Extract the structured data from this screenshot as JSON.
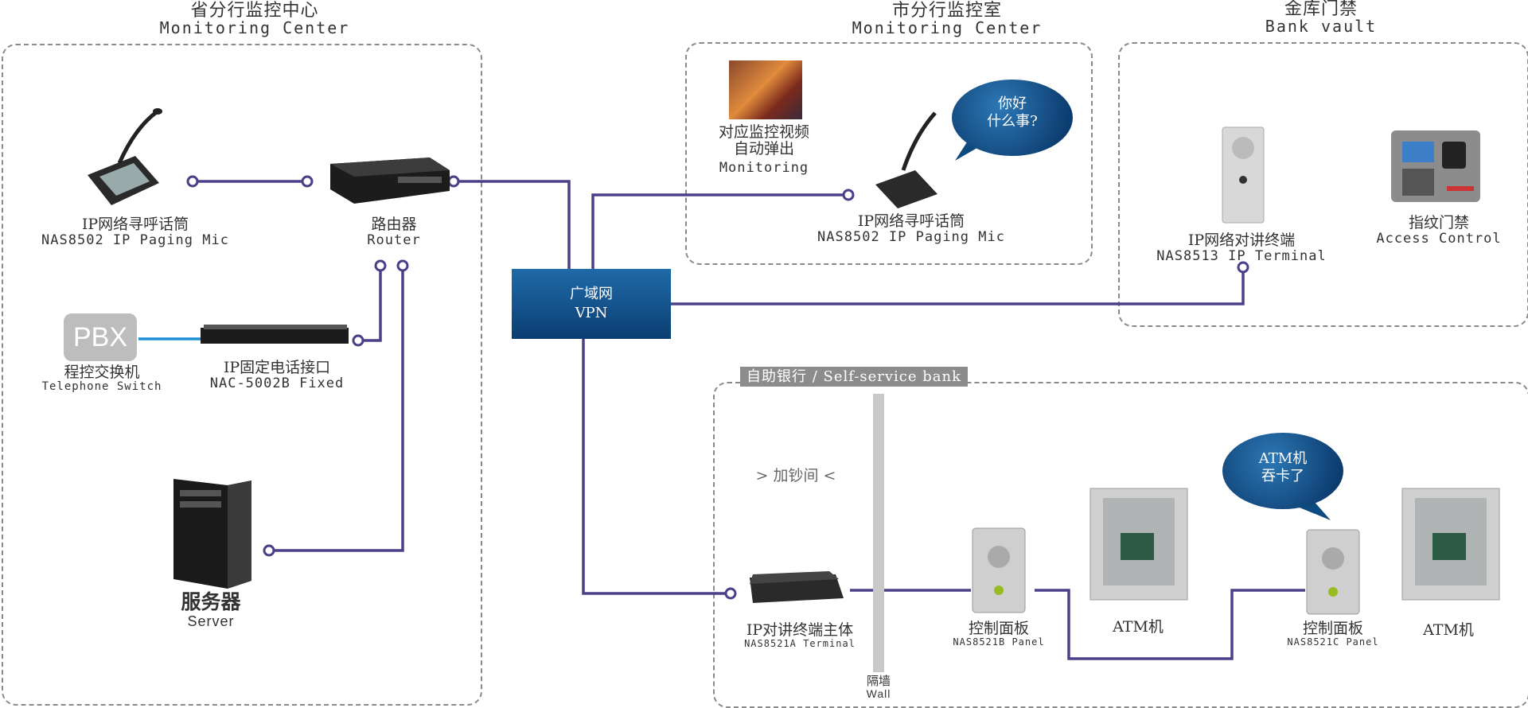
{
  "zones": {
    "provincial": {
      "cn": "省分行监控中心",
      "en": "Monitoring Center"
    },
    "city": {
      "cn": "市分行监控室",
      "en": "Monitoring Center"
    },
    "vault": {
      "cn": "金库门禁",
      "en": "Bank vault"
    },
    "selfservice": {
      "tag": "自助银行 / Self-service bank"
    }
  },
  "devices": {
    "paging_mic_left": {
      "cn": "IP网络寻呼话筒",
      "en": "NAS8502 IP Paging Mic"
    },
    "router": {
      "cn": "路由器",
      "en": "Router"
    },
    "pbx": {
      "badge": "PBX",
      "cn": "程控交换机",
      "en": "Telephone Switch"
    },
    "fixed_phone": {
      "cn": "IP固定电话接口",
      "en": "NAC-5002B Fixed"
    },
    "server": {
      "cn": "服务器",
      "en": "Server"
    },
    "vpn": {
      "line1": "广域网",
      "line2": "VPN"
    },
    "monitoring_popup": {
      "cn1": "对应监控视频",
      "cn2": "自动弹出",
      "en": "Monitoring"
    },
    "paging_mic_city": {
      "cn": "IP网络寻呼话筒",
      "en": "NAS8502 IP Paging Mic"
    },
    "bubble_city": {
      "line1": "你好",
      "line2": "什么事?"
    },
    "vault_terminal": {
      "cn": "IP网络对讲终端",
      "en": "NAS8513 IP Terminal"
    },
    "access_control": {
      "cn": "指纹门禁",
      "en": "Access Control"
    },
    "cash_room": {
      "label": "> 加钞间 <"
    },
    "intercom_host": {
      "cn": "IP对讲终端主体",
      "en": "NAS8521A  Terminal"
    },
    "wall": {
      "cn": "隔墙",
      "en": "Wall"
    },
    "panel_b": {
      "cn": "控制面板",
      "en": "NAS8521B Panel"
    },
    "atm_1": {
      "cn": "ATM机"
    },
    "bubble_atm": {
      "line1": "ATM机",
      "line2": "吞卡了"
    },
    "panel_c": {
      "cn": "控制面板",
      "en": "NAS8521C Panel"
    },
    "atm_2": {
      "cn": "ATM机"
    }
  },
  "colors": {
    "wire": "#4a3f88",
    "wire_pbx": "#1e90d8",
    "vpn": "#0b4e8a",
    "bubble": "#0c4a80",
    "dash": "#8a8a8a"
  }
}
